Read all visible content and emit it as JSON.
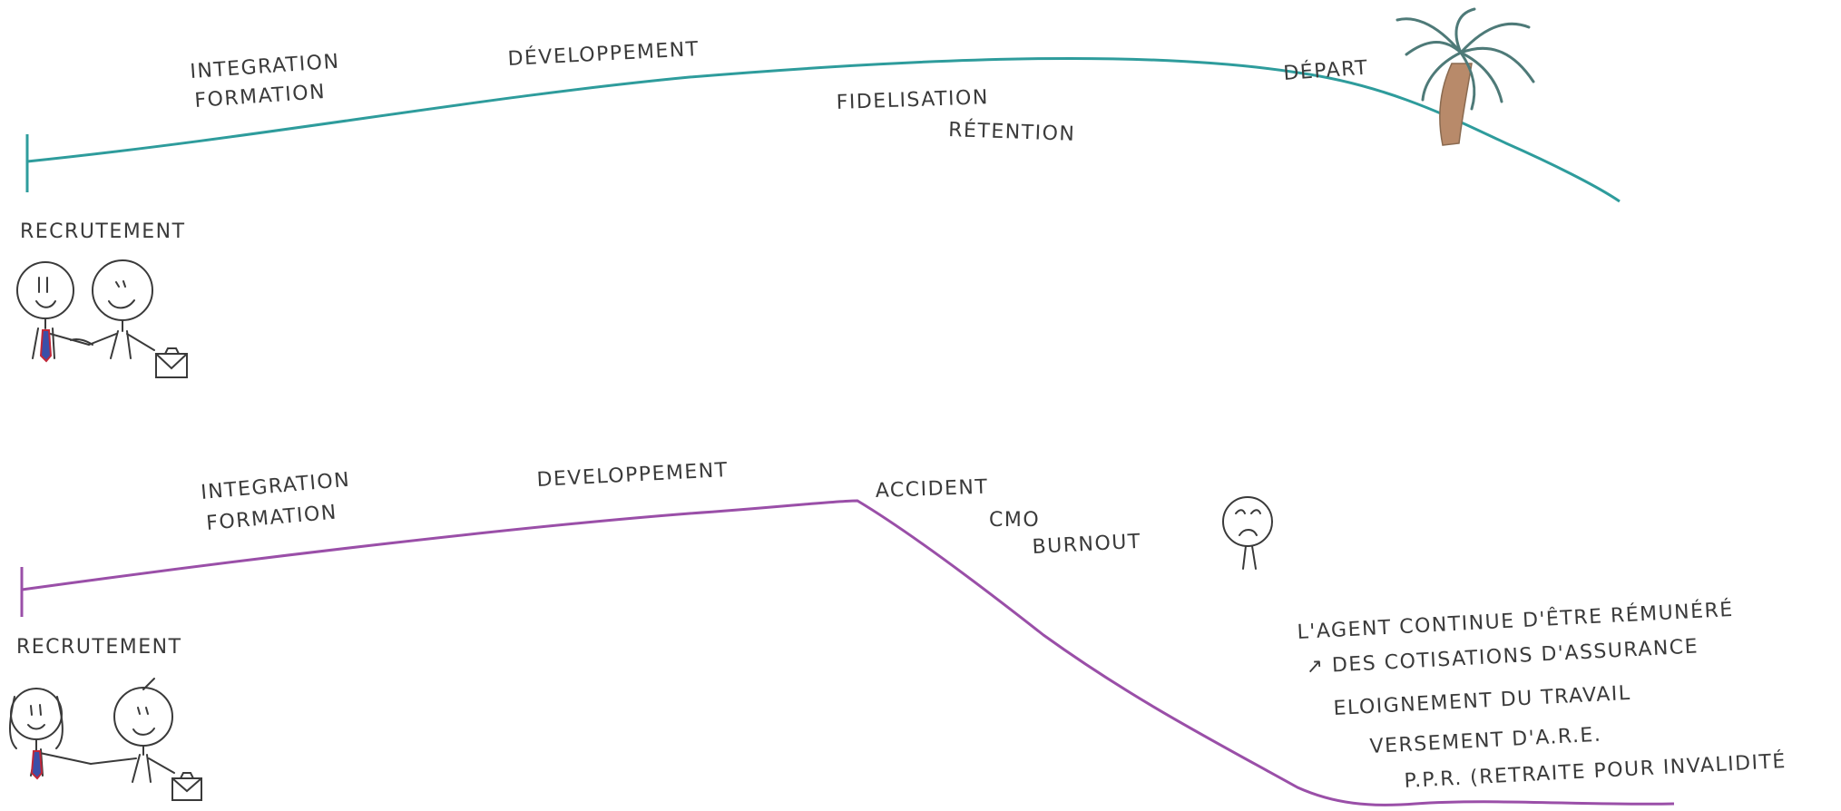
{
  "colors": {
    "top_curve": "#2e9c9c",
    "bottom_curve": "#9a4fa8",
    "ink": "#3a3a3a",
    "palm_trunk": "#b88a6a",
    "palm_leaves": "#4e7a78",
    "tie_red": "#c0283a",
    "tie_blue": "#3b4fa8"
  },
  "top_path": {
    "start_label": "RECRUTEMENT",
    "stage_1_line1": "INTEGRATION",
    "stage_1_line2": "FORMATION",
    "stage_2": "DÉVELOPPEMENT",
    "stage_3_line1": "FIDELISATION",
    "stage_3_line2": "RÉTENTION",
    "stage_4": "DÉPART"
  },
  "bottom_path": {
    "start_label": "RECRUTEMENT",
    "stage_1_line1": "INTEGRATION",
    "stage_1_line2": "FORMATION",
    "stage_2": "DEVELOPPEMENT",
    "event_1": "ACCIDENT",
    "event_2": "CMO",
    "event_3": "BURNOUT",
    "consequences": [
      "L'AGENT CONTINUE D'ÊTRE RÉMUNÉRÉ",
      "↗ DES COTISATIONS D'ASSURANCE",
      "ELOIGNEMENT DU TRAVAIL",
      "VERSEMENT D'A.R.E.",
      "P.P.R. (RETRAITE POUR INVALIDITÉ"
    ]
  }
}
